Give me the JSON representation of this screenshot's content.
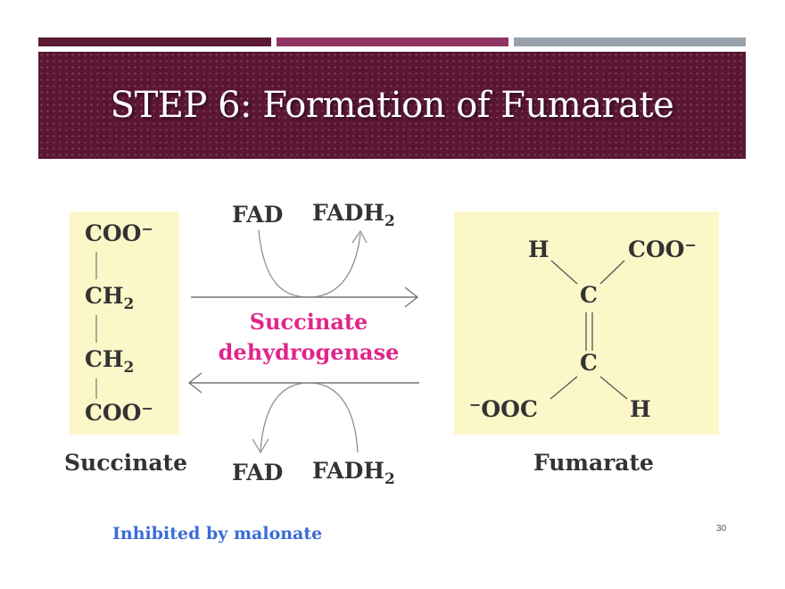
{
  "slide": {
    "title": "STEP 6: Formation of Fumarate",
    "note": "Inhibited by malonate",
    "page_number": "30"
  },
  "colors": {
    "title_band": "#5b1634",
    "bar1": "#5a1a34",
    "bar2": "#8f3563",
    "bar3": "#9aa2ab",
    "panel": "#fcf7c8",
    "enzyme": "#e0258a",
    "note": "#3b6bd6"
  },
  "reaction": {
    "succinate": {
      "name": "Succinate",
      "coo_top": "COO",
      "coo_top_charge": "−",
      "ch2_a": "CH",
      "ch2_a_sub": "2",
      "ch2_b": "CH",
      "ch2_b_sub": "2",
      "coo_bottom": "COO",
      "coo_bottom_charge": "−"
    },
    "fumarate": {
      "name": "Fumarate",
      "h_top": "H",
      "coo_top": "COO",
      "coo_top_charge": "−",
      "c_top": "C",
      "c_bottom": "C",
      "ooc_charge": "−",
      "ooc": "OOC",
      "h_bottom": "H"
    },
    "enzyme_line1": "Succinate",
    "enzyme_line2": "dehydrogenase",
    "forward": {
      "in": "FAD",
      "out": "FADH",
      "out_sub": "2"
    },
    "reverse": {
      "in": "FADH",
      "in_sub": "2",
      "out": "FAD"
    }
  }
}
